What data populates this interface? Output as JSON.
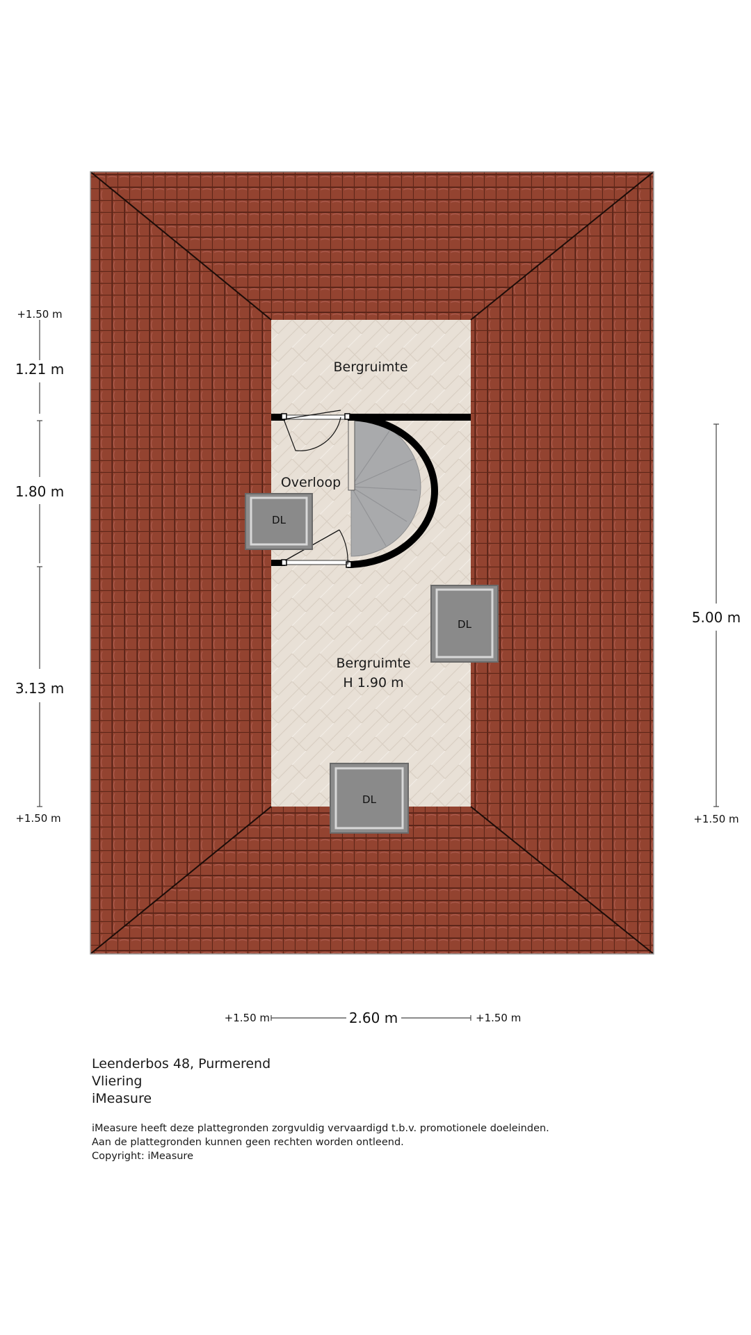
{
  "rooms": {
    "top_storage": "Bergruimte",
    "landing": "Overloop",
    "bottom_storage": "Bergruimte",
    "bottom_storage_height": "H 1.90 m"
  },
  "skylights": [
    "DL",
    "DL",
    "DL"
  ],
  "dimensions": {
    "left": {
      "top_mark": "+1.50 m",
      "seg1": "1.21 m",
      "seg2": "1.80 m",
      "seg3": "3.13 m",
      "bottom_mark": "+1.50 m"
    },
    "right": {
      "total": "5.00 m",
      "bottom_mark": "+1.50 m"
    },
    "bottom": {
      "left_mark": "+1.50 m",
      "width": "2.60 m",
      "right_mark": "+1.50 m"
    }
  },
  "footer": {
    "address": "Leenderbos 48, Purmerend",
    "floor": "Vliering",
    "company": "iMeasure",
    "disclaimer_1": "iMeasure heeft deze plattegronden zorgvuldig vervaardigd t.b.v. promotionele doeleinden.",
    "disclaimer_2": "Aan de plattegronden kunnen geen rechten worden ontleend.",
    "copyright": "Copyright: iMeasure"
  },
  "colors": {
    "roof_tile": "#8f3f2d",
    "roof_tile_edge": "#4a1c12",
    "floor": "#e6ddd2",
    "wall": "#000000",
    "stair": "#a9aaac",
    "skylight": "#8a8a8a"
  }
}
